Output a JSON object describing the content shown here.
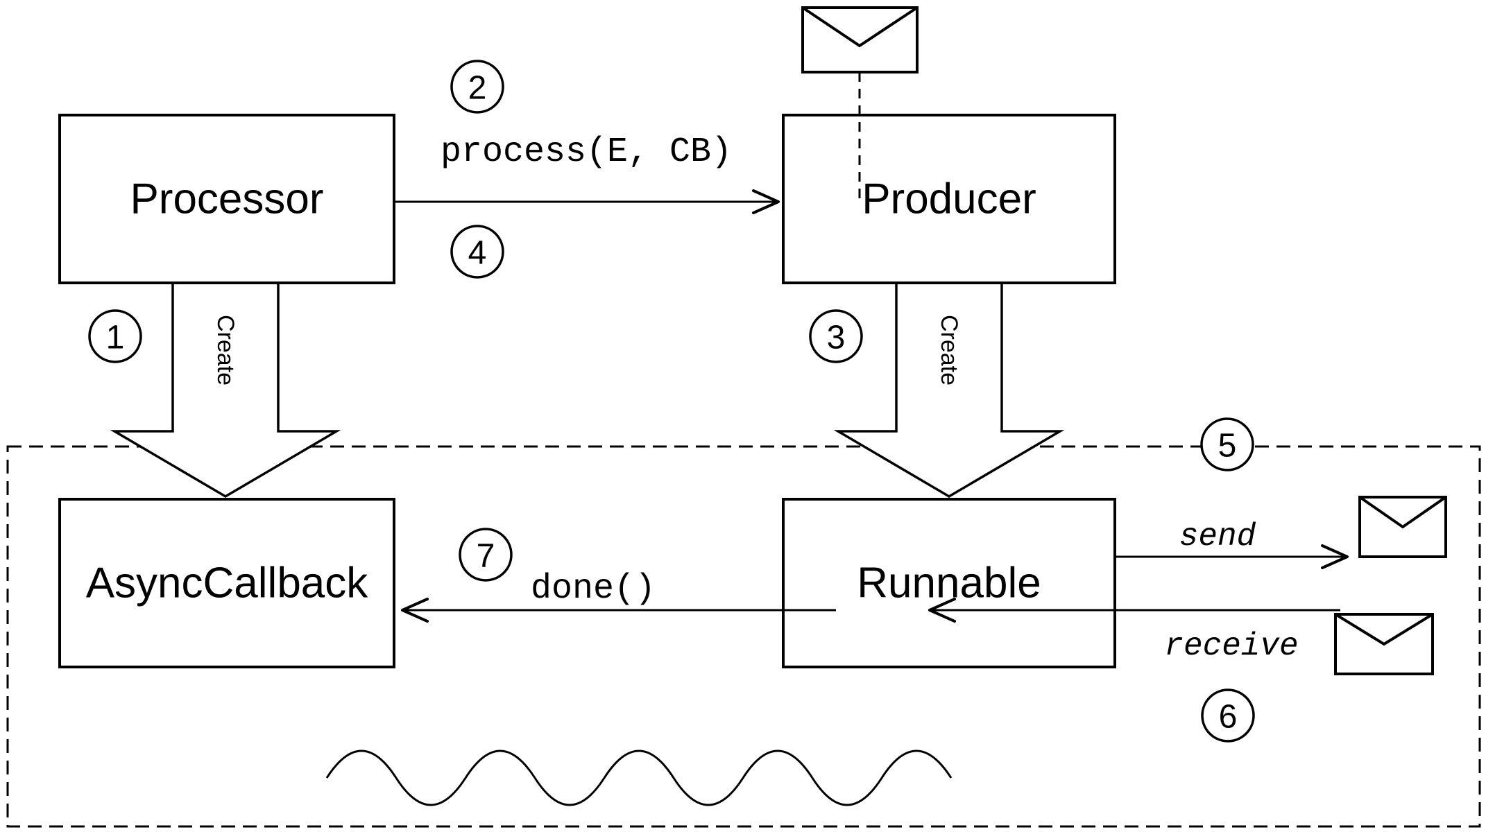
{
  "diagram": {
    "nodes": {
      "processor": "Processor",
      "producer": "Producer",
      "async_callback": "AsyncCallback",
      "runnable": "Runnable"
    },
    "edges": {
      "process_label": "process(E, CB)",
      "create_label": "Create",
      "done_label": "done()",
      "send_label": "send",
      "receive_label": "receive"
    },
    "steps": {
      "s1": "1",
      "s2": "2",
      "s3": "3",
      "s4": "4",
      "s5": "5",
      "s6": "6",
      "s7": "7"
    },
    "icons": {
      "message": "envelope-icon"
    },
    "colors": {
      "stroke": "#000000",
      "background": "#ffffff"
    }
  }
}
